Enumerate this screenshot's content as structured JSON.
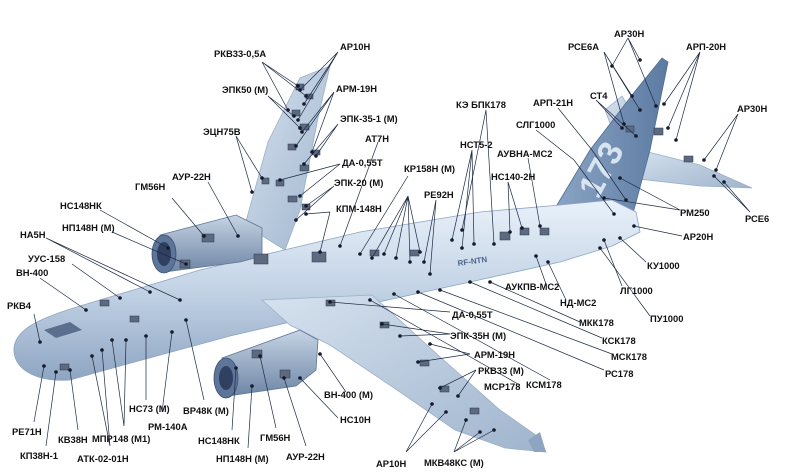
{
  "aircraft": {
    "tail_number": "173",
    "registration": "RF-NTN"
  },
  "labels": [
    {
      "id": "rkv33",
      "text": "РКВ33-0,5А"
    },
    {
      "id": "ar10h_top",
      "text": "АР10Н"
    },
    {
      "id": "epk50",
      "text": "ЭПК50 (М)"
    },
    {
      "id": "arm19h_top",
      "text": "АРМ-19Н"
    },
    {
      "id": "epk351",
      "text": "ЭПК-35-1 (М)"
    },
    {
      "id": "ecn75v",
      "text": "ЭЦН75В"
    },
    {
      "id": "da055t_top",
      "text": "ДА-0,55Т"
    },
    {
      "id": "epk20",
      "text": "ЭПК-20 (М)"
    },
    {
      "id": "at7h",
      "text": "АТ7Н"
    },
    {
      "id": "kr158h",
      "text": "КР158Н (М)"
    },
    {
      "id": "kpm148h",
      "text": "КПМ-148Н"
    },
    {
      "id": "aur22h_top",
      "text": "АУР-22Н"
    },
    {
      "id": "gm56h_top",
      "text": "ГМ56Н"
    },
    {
      "id": "nc148nk_top",
      "text": "НС148НК"
    },
    {
      "id": "np148h_top",
      "text": "НП148Н (М)"
    },
    {
      "id": "na5h",
      "text": "НА5Н"
    },
    {
      "id": "uus158",
      "text": "УУС-158"
    },
    {
      "id": "vh400_left",
      "text": "ВН-400"
    },
    {
      "id": "rkv4",
      "text": "РКВ4"
    },
    {
      "id": "re92h",
      "text": "РЕ92Н"
    },
    {
      "id": "nct52",
      "text": "НСТ5-2"
    },
    {
      "id": "ke_bpk178",
      "text": "КЭ БПК178"
    },
    {
      "id": "arp21h",
      "text": "АРП-21Н"
    },
    {
      "id": "slg1000",
      "text": "СЛГ1000"
    },
    {
      "id": "auvna_mc2",
      "text": "АУВНА-МС2"
    },
    {
      "id": "nc1402h",
      "text": "НС140-2Н"
    },
    {
      "id": "rce6a",
      "text": "РСЕ6А"
    },
    {
      "id": "ar30h_top",
      "text": "АР30Н"
    },
    {
      "id": "arp20h",
      "text": "АРП-20Н"
    },
    {
      "id": "ct4",
      "text": "СТ4"
    },
    {
      "id": "ar30h_right",
      "text": "АР30Н"
    },
    {
      "id": "rm250",
      "text": "РМ250"
    },
    {
      "id": "rce6",
      "text": "РСЕ6"
    },
    {
      "id": "ar20h",
      "text": "АР20Н"
    },
    {
      "id": "ku1000",
      "text": "КУ1000"
    },
    {
      "id": "lg1000",
      "text": "ЛГ1000"
    },
    {
      "id": "pu1000",
      "text": "ПУ1000"
    },
    {
      "id": "aukpv_mc2",
      "text": "АУКПВ-МС2"
    },
    {
      "id": "nd_mc2",
      "text": "НД-МС2"
    },
    {
      "id": "mkk178",
      "text": "МКК178"
    },
    {
      "id": "ksk178",
      "text": "КСК178"
    },
    {
      "id": "msk178",
      "text": "МСК178"
    },
    {
      "id": "rc178",
      "text": "РС178"
    },
    {
      "id": "ksm178",
      "text": "КСМ178"
    },
    {
      "id": "msr178",
      "text": "МСР178"
    },
    {
      "id": "da055t_mid",
      "text": "ДА-0,55Т"
    },
    {
      "id": "epk35h",
      "text": "ЭПК-35Н (М)"
    },
    {
      "id": "arm19h_mid",
      "text": "АРМ-19Н"
    },
    {
      "id": "rkv33m",
      "text": "РКВ33 (М)"
    },
    {
      "id": "vh400_bottom",
      "text": "ВН-400 (М)"
    },
    {
      "id": "nc10h",
      "text": "НС10Н"
    },
    {
      "id": "ar10h_bottom",
      "text": "АР10Н"
    },
    {
      "id": "mkv48kc",
      "text": "МКВ48КС (М)"
    },
    {
      "id": "aur22h_bottom",
      "text": "АУР-22Н"
    },
    {
      "id": "gm56h_bottom",
      "text": "ГМ56Н"
    },
    {
      "id": "np148h_bottom",
      "text": "НП148Н (М)"
    },
    {
      "id": "nc148nk_bottom",
      "text": "НС148НК"
    },
    {
      "id": "vr48k",
      "text": "ВР48К (М)"
    },
    {
      "id": "rm140a",
      "text": "РМ-140А"
    },
    {
      "id": "nc73",
      "text": "НС73 (М)"
    },
    {
      "id": "mpr148",
      "text": "МПР148 (М1)"
    },
    {
      "id": "atk0201h",
      "text": "АТК-02-01Н"
    },
    {
      "id": "kv38h",
      "text": "КВ38Н"
    },
    {
      "id": "kp38h1",
      "text": "КП38Н-1"
    },
    {
      "id": "re71h",
      "text": "РЕ71Н"
    }
  ]
}
